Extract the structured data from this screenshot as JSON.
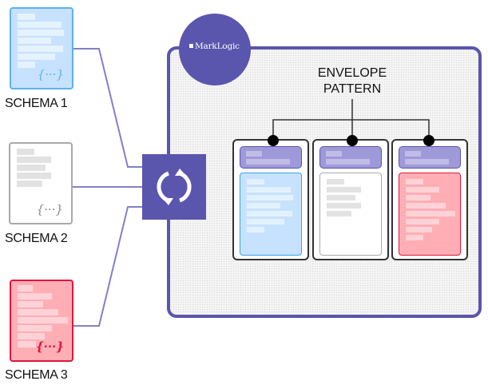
{
  "diagram": {
    "title": "Envelope Pattern data integration",
    "sources": [
      {
        "label": "SCHEMA 1",
        "icon": "json-braces-icon",
        "braces_text": "{···}",
        "color": "#5cb1f2",
        "fill": "#c6e2ff"
      },
      {
        "label": "SCHEMA 2",
        "icon": "json-braces-icon",
        "braces_text": "{···}",
        "color": "#a9a9a9",
        "fill": "#ffffff"
      },
      {
        "label": "SCHEMA 3",
        "icon": "json-braces-icon",
        "braces_text": "{···}",
        "color": "#e0173a",
        "fill": "#ffaeb6"
      }
    ],
    "transform": {
      "icon": "refresh-sync-icon",
      "color": "#5a55ad"
    },
    "database": {
      "brand": "MarkLogic",
      "brand_mark": "·",
      "color": "#5a55ad"
    },
    "envelope": {
      "title_line1": "ENVELOPE",
      "title_line2": "PATTERN",
      "header_color": "#9e99d8",
      "documents": [
        {
          "source": "SCHEMA 1",
          "fill": "#c6e2ff"
        },
        {
          "source": "SCHEMA 2",
          "fill": "#ffffff"
        },
        {
          "source": "SCHEMA 3",
          "fill": "#ffaeb6"
        }
      ]
    },
    "colors": {
      "accent": "#5a55ad",
      "connector": "#8380c8",
      "bracket": "#333333"
    }
  }
}
